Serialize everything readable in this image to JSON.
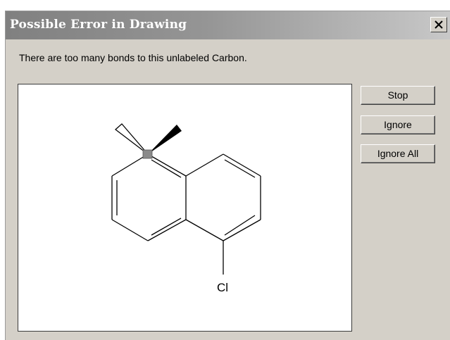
{
  "dialog": {
    "title": "Possible Error in Drawing",
    "message": "There are too many bonds to this unlabeled Carbon."
  },
  "buttons": {
    "stop": "Stop",
    "ignore": "Ignore",
    "ignore_all": "Ignore All"
  },
  "structure": {
    "atom_label": "Cl"
  },
  "icons": {
    "close": "close-icon"
  },
  "colors": {
    "dialog_bg": "#d4d0c8",
    "title_text": "#ffffff",
    "highlight_atom": "#8a8a8a"
  }
}
